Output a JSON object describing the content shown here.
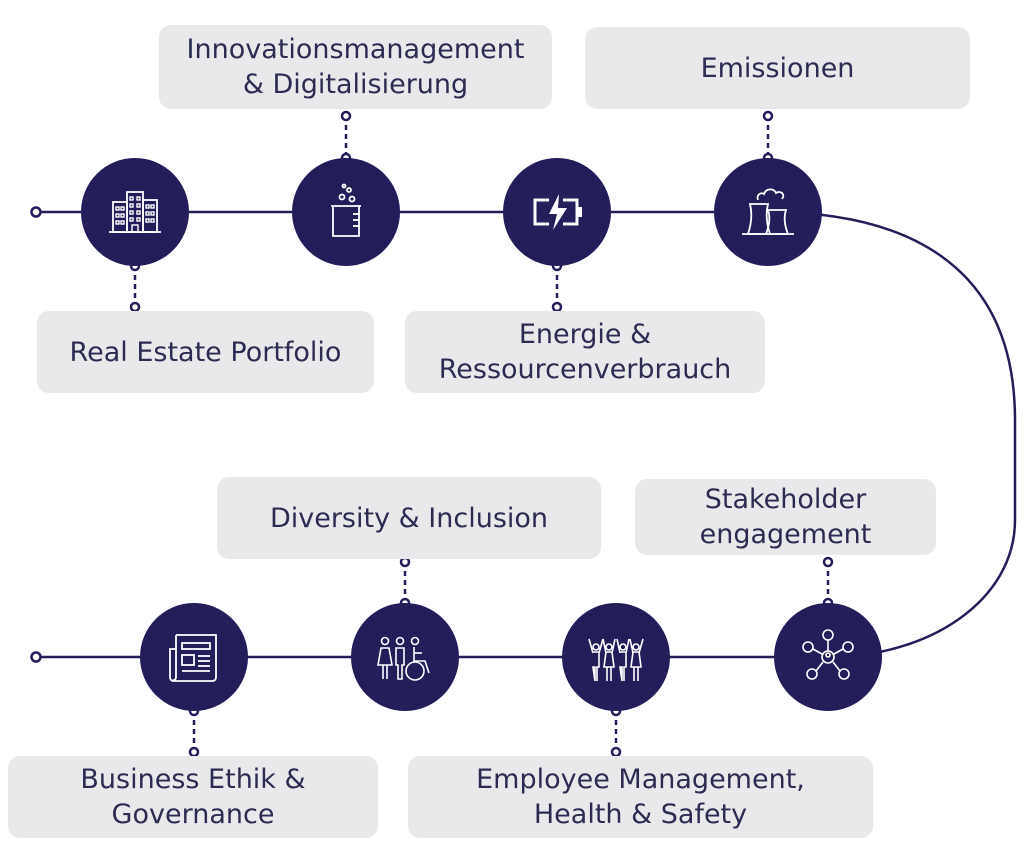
{
  "colors": {
    "node_fill": "#231d5a",
    "line": "#231d5a",
    "box_fill": "#e9e9ec",
    "box_text": "#2c2c52",
    "icon_stroke": "#ffffff"
  },
  "topics": [
    {
      "label": "Real Estate Portfolio",
      "icon": "buildings-icon"
    },
    {
      "label": "Innovationsmanagement\n& Digitalisierung",
      "icon": "beaker-icon"
    },
    {
      "label": "Energie &\nRessourcenverbrauch",
      "icon": "battery-charging-icon"
    },
    {
      "label": "Emissionen",
      "icon": "factory-emissions-icon"
    },
    {
      "label": "Stakeholder\nengagement",
      "icon": "network-people-icon"
    },
    {
      "label": "Employee Management,\nHealth & Safety",
      "icon": "team-people-icon"
    },
    {
      "label": "Diversity & Inclusion",
      "icon": "diverse-people-icon"
    },
    {
      "label": "Business Ethik &\nGovernance",
      "icon": "newspaper-icon"
    }
  ]
}
